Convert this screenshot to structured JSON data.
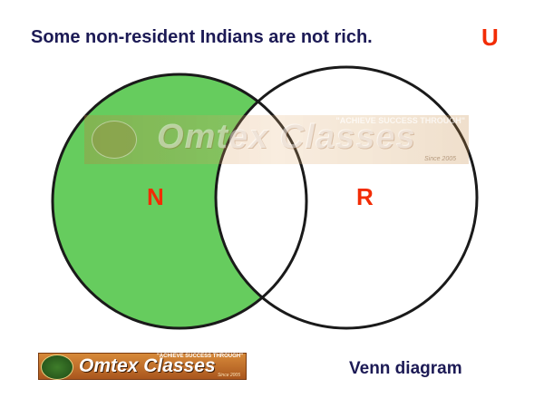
{
  "statement": "Some non-resident Indians are not rich.",
  "universal_set_label": "U",
  "sets": [
    {
      "label": "N",
      "shading": "only-N shaded",
      "fill_color": "#66cc5e"
    },
    {
      "label": "R",
      "shading": "unshaded",
      "fill_color": "#ffffff"
    }
  ],
  "watermark": {
    "name": "Omtex Classes",
    "tagline": "\"ACHIEVE SUCCESS THROUGH\"",
    "since": "Since 2005"
  },
  "logo": {
    "name": "Omtex Classes",
    "tagline": "\"ACHIEVE SUCCESS THROUGH\"",
    "since": "Since 2005"
  },
  "caption": "Venn diagram",
  "colors": {
    "text_dark": "#1c1a55",
    "label_red": "#f22c05",
    "shade_green": "#66cc5e",
    "outline": "#1a1a1a"
  }
}
